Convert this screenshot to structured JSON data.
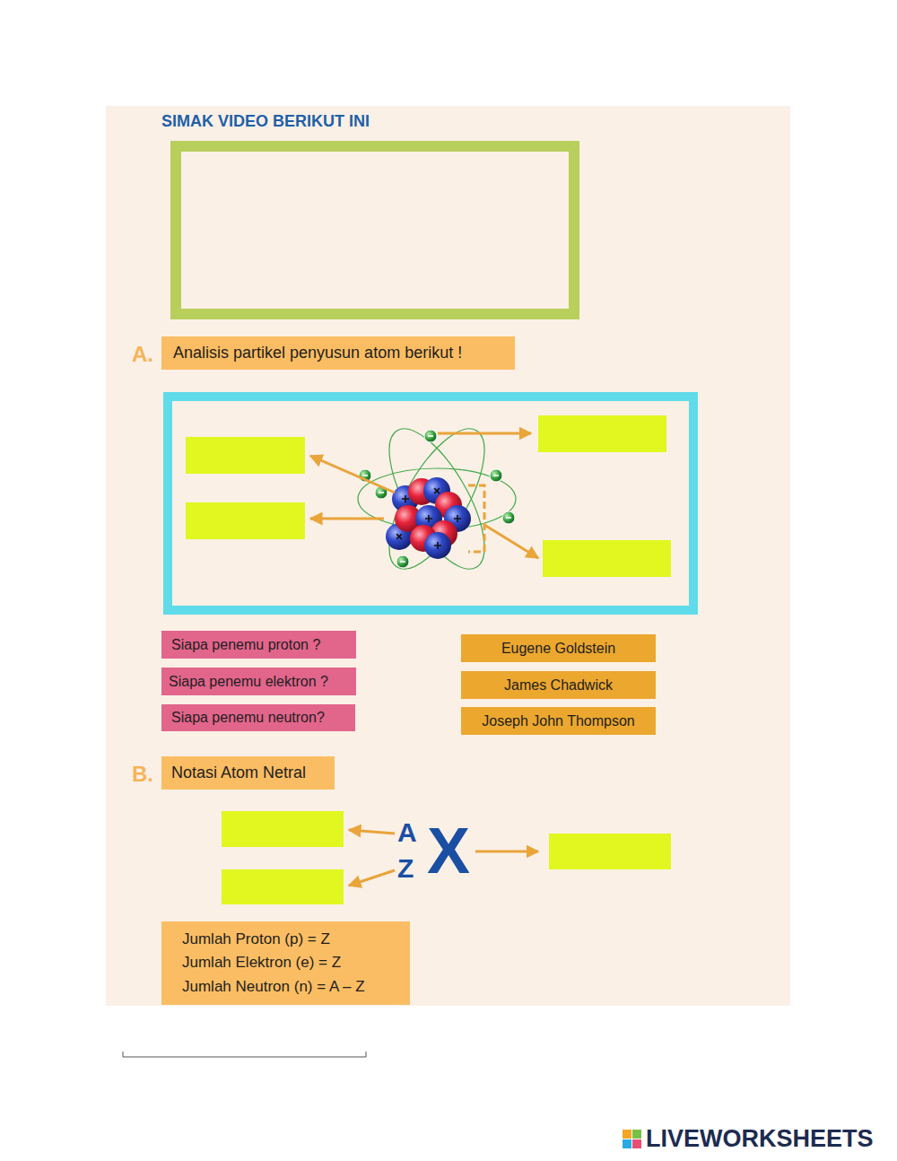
{
  "diagram": {
    "title": "SIMAK VIDEO BERIKUT INI",
    "nodes": [
      {
        "text": [
          "Analisis partikel penyusun atom berikut !"
        ]
      },
      {
        "text": [
          "Siapa penemu proton ?"
        ]
      },
      {
        "text": [
          "Siapa penemu elektron ?"
        ]
      },
      {
        "text": [
          "Siapa penemu neutron?"
        ]
      },
      {
        "text": [
          "Eugene Goldstein"
        ]
      },
      {
        "text": [
          "James Chadwick"
        ]
      },
      {
        "text": [
          "Joseph John Thompson"
        ]
      },
      {
        "text": [
          "Notasi Atom Netral"
        ]
      },
      {
        "text": [
          "Jumlah Proton (p) = Z",
          "Jumlah Elektron (e) = Z",
          "Jumlah Neutron (n) = A – Z"
        ]
      }
    ],
    "labels": [
      "A.",
      "B.",
      "A",
      "Z",
      "X",
      "LIVEWORKSHEETS"
    ]
  }
}
